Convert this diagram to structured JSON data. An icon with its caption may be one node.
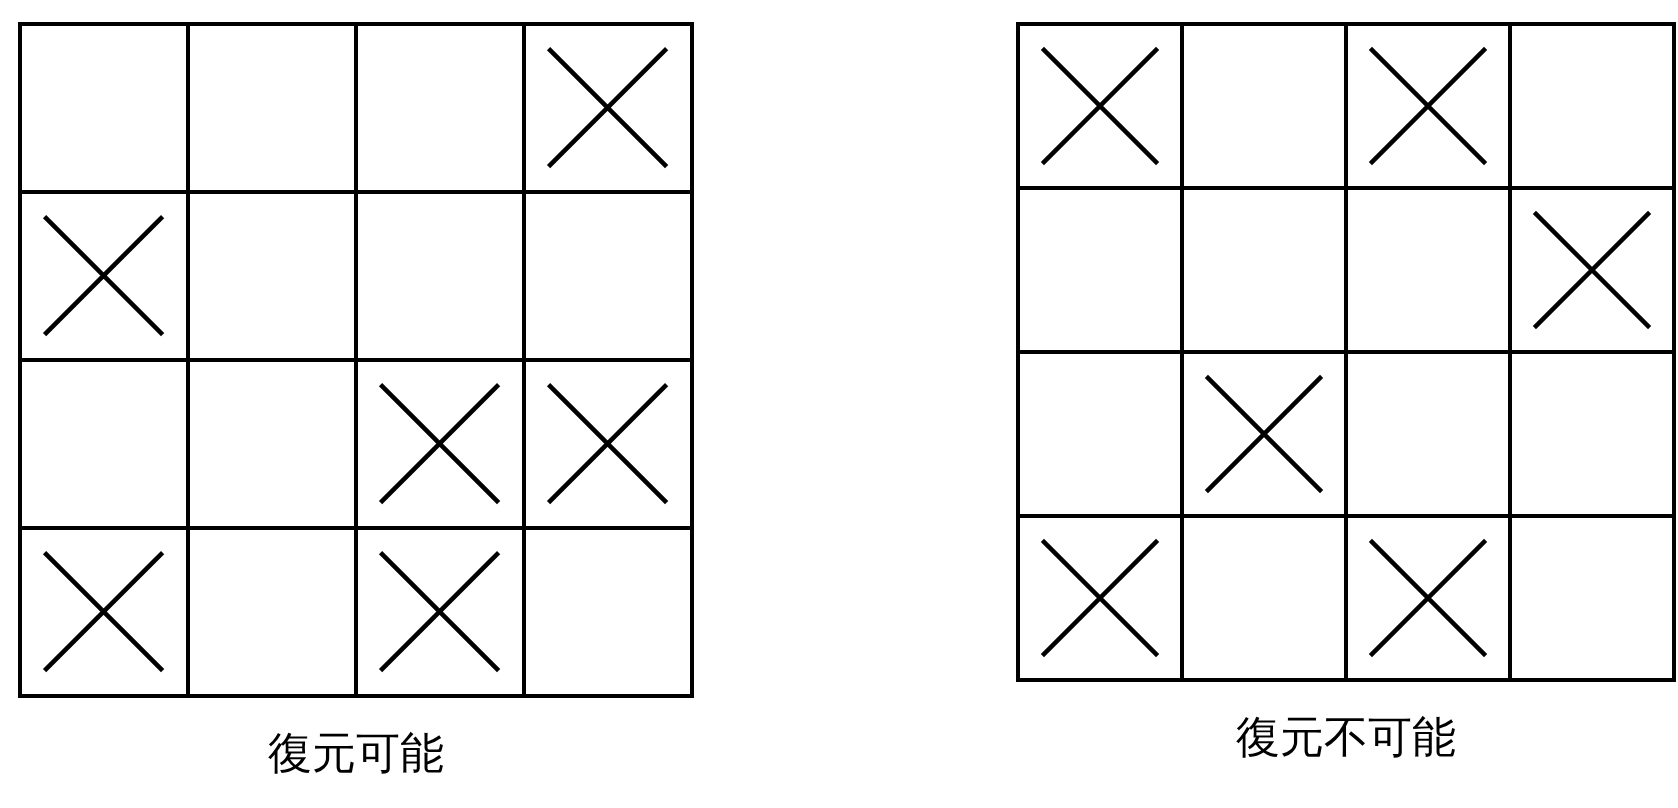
{
  "diagram": {
    "nodes": [
      {
        "text": [
          "復元可能"
        ]
      },
      {
        "text": [],
        "shape": "box",
        "in": 0
      },
      {
        "text": [],
        "shape": "box",
        "in": 0
      },
      {
        "text": [],
        "shape": "box",
        "in": 0
      },
      {
        "text": [],
        "shape": "cross",
        "in": 0
      },
      {
        "text": [],
        "shape": "cross",
        "in": 0
      },
      {
        "text": [],
        "shape": "box",
        "in": 0
      },
      {
        "text": [],
        "shape": "box",
        "in": 0
      },
      {
        "text": [],
        "shape": "box",
        "in": 0
      },
      {
        "text": [],
        "shape": "box",
        "in": 0
      },
      {
        "text": [],
        "shape": "box",
        "in": 0
      },
      {
        "text": [],
        "shape": "cross",
        "in": 0
      },
      {
        "text": [],
        "shape": "cross",
        "in": 0
      },
      {
        "text": [],
        "shape": "cross",
        "in": 0
      },
      {
        "text": [],
        "shape": "box",
        "in": 0
      },
      {
        "text": [],
        "shape": "cross",
        "in": 0
      },
      {
        "text": [],
        "shape": "box",
        "in": 0
      },
      {
        "text": [
          "復元不可能"
        ]
      },
      {
        "text": [],
        "shape": "cross",
        "in": 17
      },
      {
        "text": [],
        "shape": "box",
        "in": 17
      },
      {
        "text": [],
        "shape": "cross",
        "in": 17
      },
      {
        "text": [],
        "shape": "box",
        "in": 17
      },
      {
        "text": [],
        "shape": "box",
        "in": 17
      },
      {
        "text": [],
        "shape": "box",
        "in": 17
      },
      {
        "text": [],
        "shape": "box",
        "in": 17
      },
      {
        "text": [],
        "shape": "cross",
        "in": 17
      },
      {
        "text": [],
        "shape": "box",
        "in": 17
      },
      {
        "text": [],
        "shape": "cross",
        "in": 17
      },
      {
        "text": [],
        "shape": "box",
        "in": 17
      },
      {
        "text": [],
        "shape": "box",
        "in": 17
      },
      {
        "text": [],
        "shape": "cross",
        "in": 17
      },
      {
        "text": [],
        "shape": "box",
        "in": 17
      },
      {
        "text": [],
        "shape": "cross",
        "in": 17
      },
      {
        "text": [],
        "shape": "box",
        "in": 17
      }
    ]
  }
}
